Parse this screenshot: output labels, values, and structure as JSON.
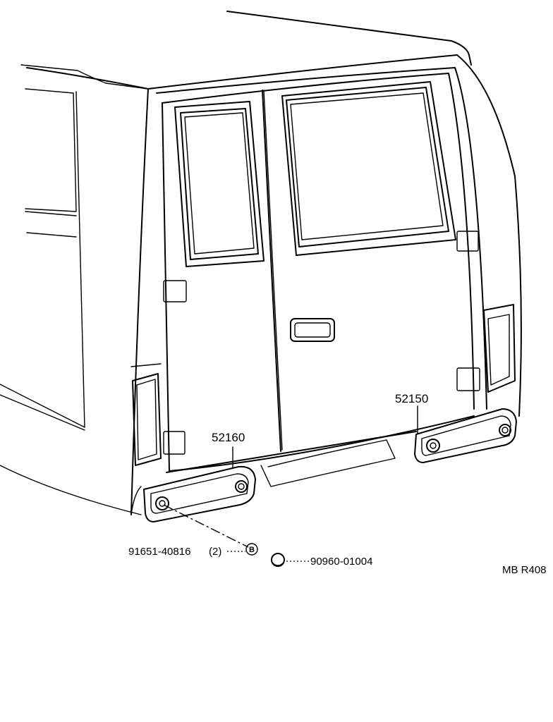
{
  "diagram": {
    "parts": [
      {
        "id": "rear-right-bumper-guard",
        "number": "52150"
      },
      {
        "id": "rear-left-bumper-guard",
        "number": "52160"
      }
    ],
    "fastener": {
      "number": "91651-40816",
      "qty": "(2)",
      "marker": "B"
    },
    "plug": {
      "number": "90960-01004"
    },
    "code": "MB R408"
  }
}
